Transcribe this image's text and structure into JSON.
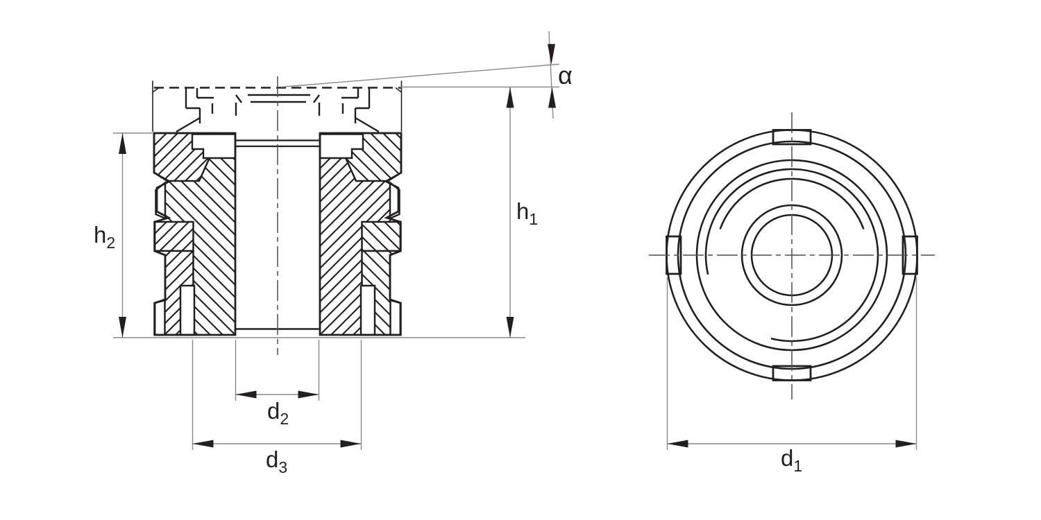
{
  "document": {
    "kind": "technical-drawing",
    "subject": "press-in threaded insert",
    "background": "#ffffff"
  },
  "palette": {
    "line": "#231f20",
    "dimension_line": "#87898b",
    "centerline": "#4d4d4f",
    "arrow": "#231f20"
  },
  "views": {
    "section": {
      "label": "sectional-front-view"
    },
    "top": {
      "label": "top-view"
    }
  },
  "labels": {
    "h1": {
      "base": "h",
      "sub": "1"
    },
    "h2": {
      "base": "h",
      "sub": "2"
    },
    "d1": {
      "base": "d",
      "sub": "1"
    },
    "d2": {
      "base": "d",
      "sub": "2"
    },
    "d3": {
      "base": "d",
      "sub": "3"
    },
    "alpha": {
      "base": "α",
      "sub": ""
    }
  }
}
